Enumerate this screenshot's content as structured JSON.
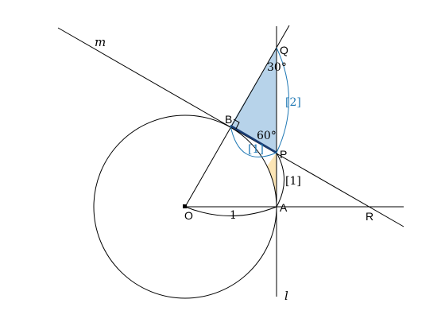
{
  "diagram": {
    "colors": {
      "stroke": "#000000",
      "accent": "#1f78b4",
      "triangle_fill": "#b7d3ea",
      "sliver_fill": "#fce5b5"
    },
    "labels": {
      "O": "O",
      "A": "A",
      "B": "B",
      "P": "P",
      "Q": "Q",
      "R": "R",
      "m": "m",
      "l": "l",
      "radius": "1",
      "ap_length": "[1]",
      "bp_length": "[1]",
      "pq_length": "[2]",
      "angle_q": "30°",
      "angle_p": "60°"
    }
  }
}
